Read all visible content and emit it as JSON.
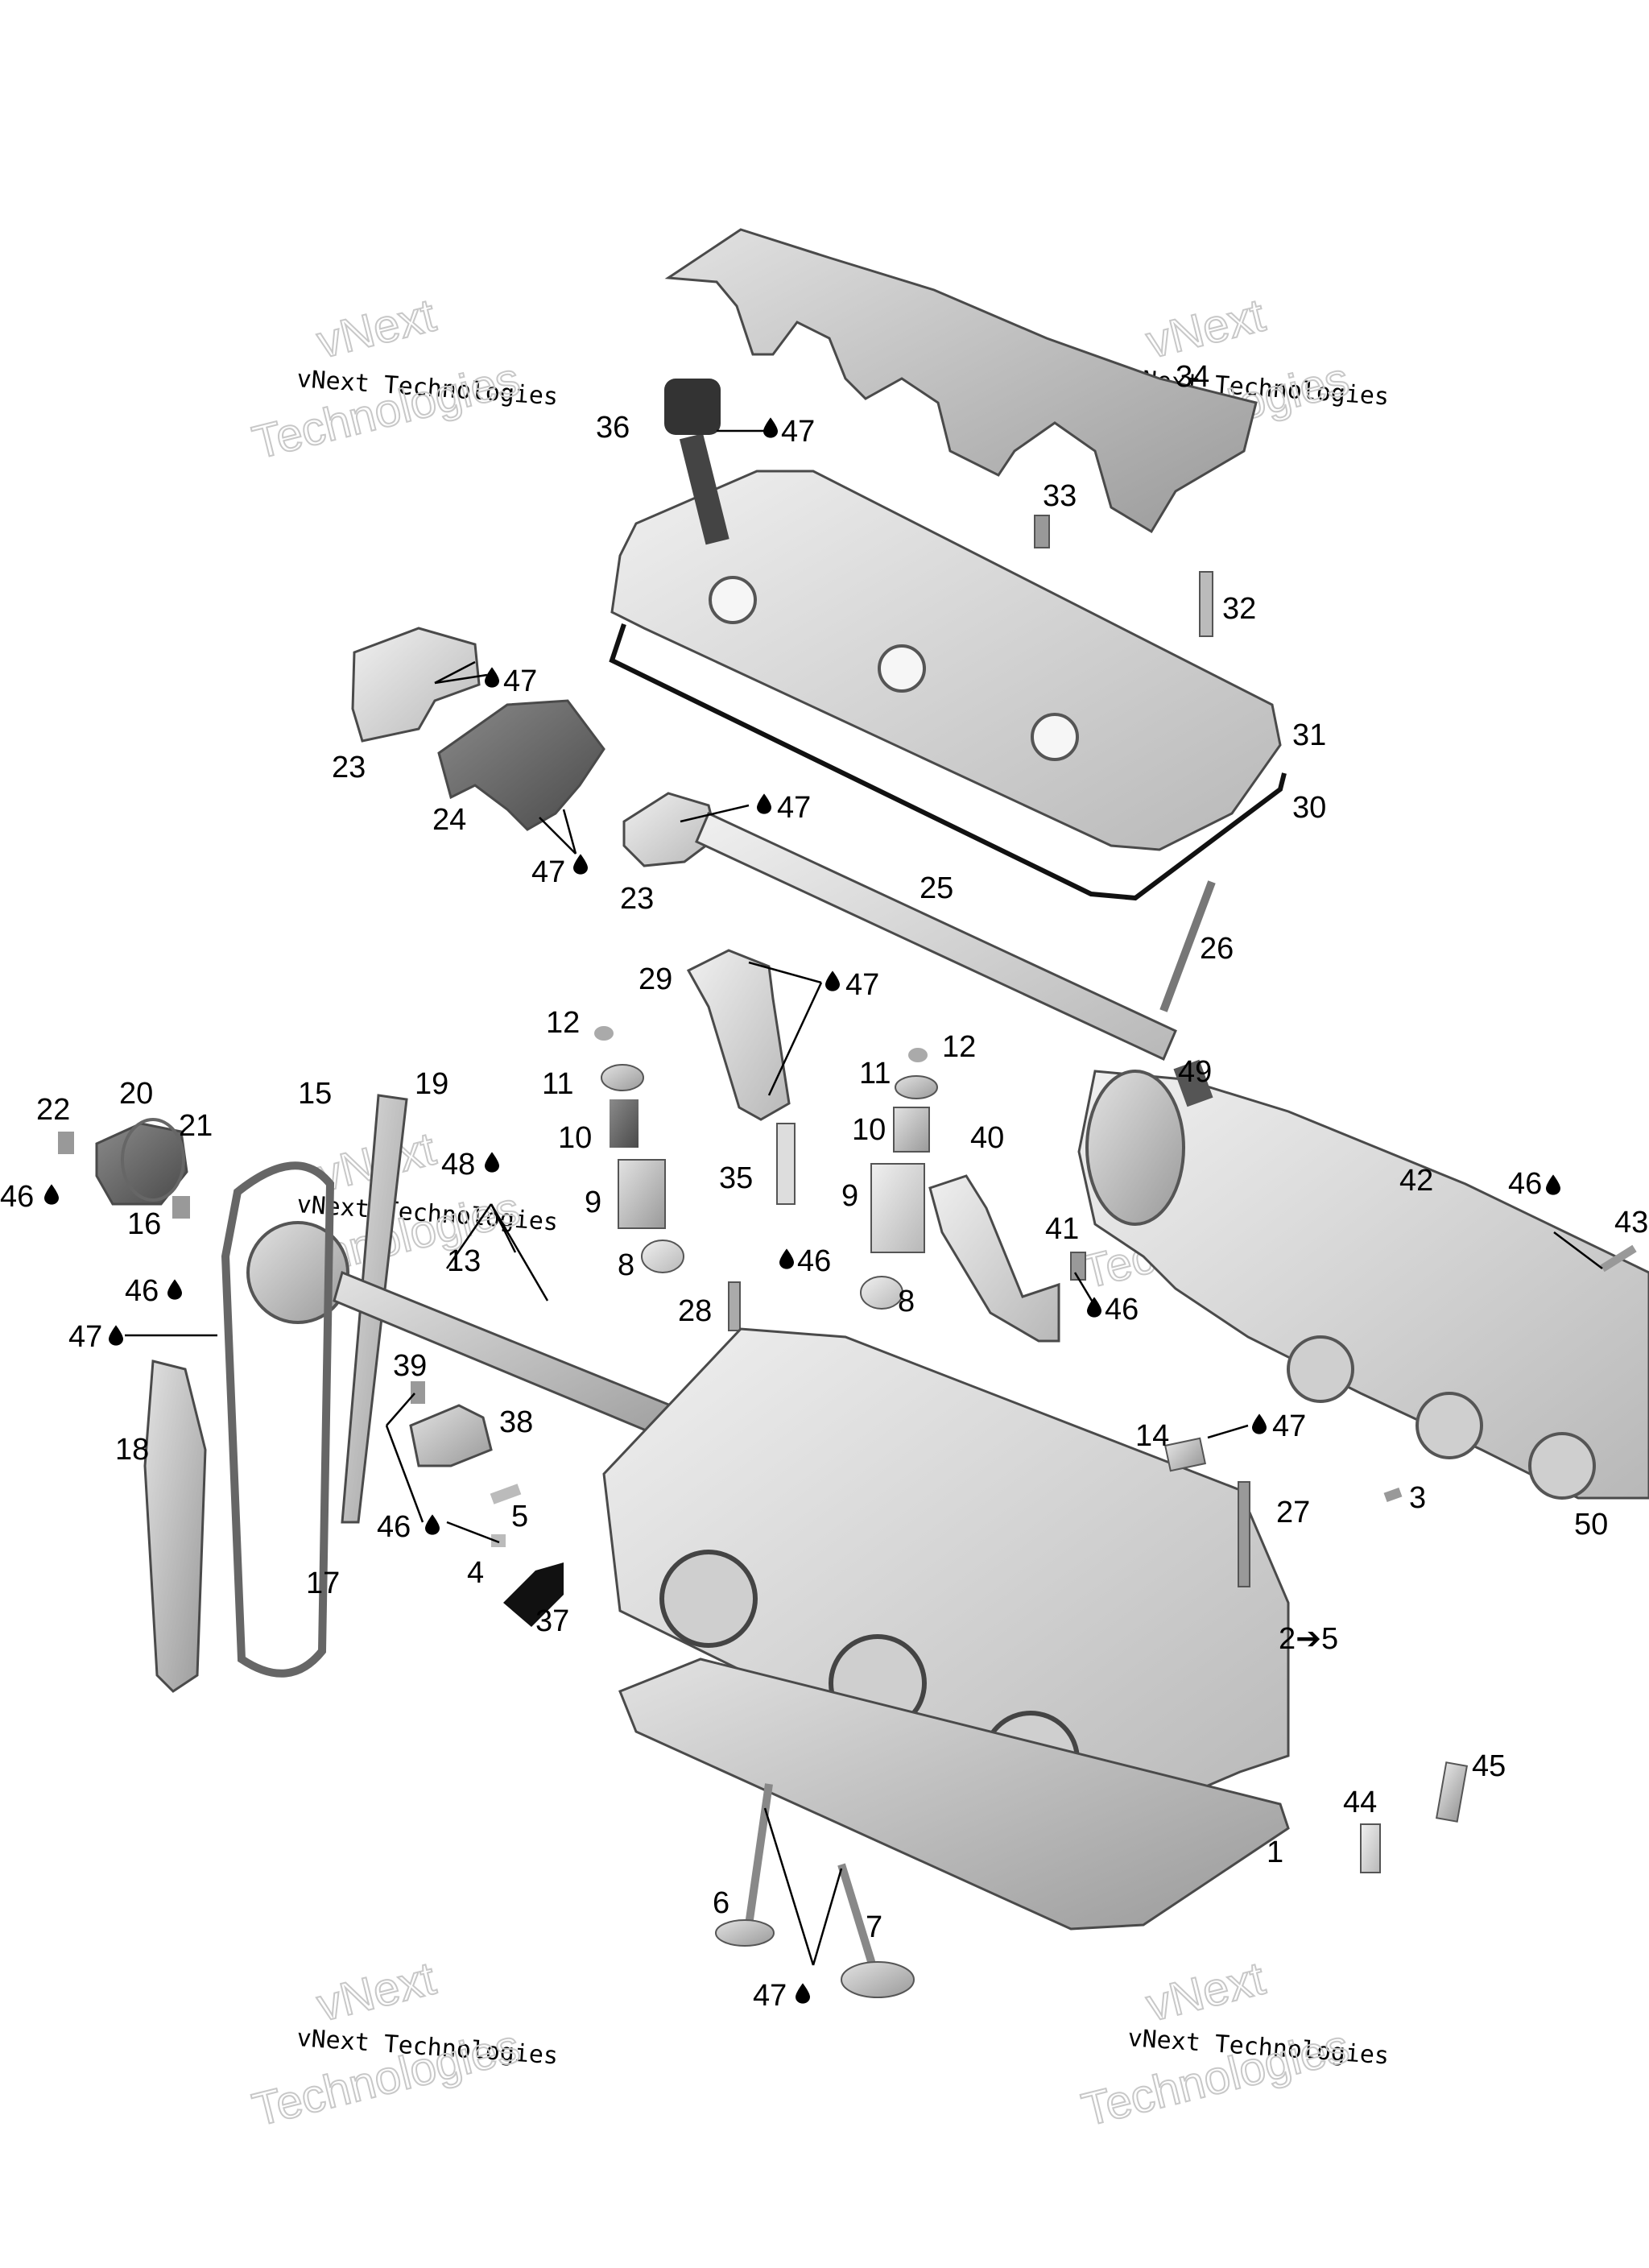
{
  "diagram": {
    "watermark": {
      "line1": "vNext",
      "line2": "vNext Technologies",
      "line3": "Technologies"
    },
    "callouts": [
      {
        "id": "c36",
        "text": "36"
      },
      {
        "id": "c47a",
        "text": "47"
      },
      {
        "id": "c34",
        "text": "34"
      },
      {
        "id": "c33",
        "text": "33"
      },
      {
        "id": "c32",
        "text": "32"
      },
      {
        "id": "c31",
        "text": "31"
      },
      {
        "id": "c30",
        "text": "30"
      },
      {
        "id": "c47b",
        "text": "47"
      },
      {
        "id": "c23a",
        "text": "23"
      },
      {
        "id": "c24",
        "text": "24"
      },
      {
        "id": "c47c",
        "text": "47"
      },
      {
        "id": "c47d",
        "text": "47"
      },
      {
        "id": "c23b",
        "text": "23"
      },
      {
        "id": "c25",
        "text": "25"
      },
      {
        "id": "c26",
        "text": "26"
      },
      {
        "id": "c29",
        "text": "29"
      },
      {
        "id": "c47e",
        "text": "47"
      },
      {
        "id": "c12a",
        "text": "12"
      },
      {
        "id": "c11a",
        "text": "11"
      },
      {
        "id": "c10a",
        "text": "10"
      },
      {
        "id": "c9a",
        "text": "9"
      },
      {
        "id": "c8a",
        "text": "8"
      },
      {
        "id": "c12b",
        "text": "12"
      },
      {
        "id": "c11b",
        "text": "11"
      },
      {
        "id": "c10b",
        "text": "10"
      },
      {
        "id": "c9b",
        "text": "9"
      },
      {
        "id": "c8b",
        "text": "8"
      },
      {
        "id": "c35",
        "text": "35"
      },
      {
        "id": "c40",
        "text": "40"
      },
      {
        "id": "c49",
        "text": "49"
      },
      {
        "id": "c42",
        "text": "42"
      },
      {
        "id": "c46a",
        "text": "46"
      },
      {
        "id": "c43",
        "text": "43"
      },
      {
        "id": "c41",
        "text": "41"
      },
      {
        "id": "c46b",
        "text": "46"
      },
      {
        "id": "c28",
        "text": "28"
      },
      {
        "id": "c46c",
        "text": "46"
      },
      {
        "id": "c22",
        "text": "22"
      },
      {
        "id": "c20",
        "text": "20"
      },
      {
        "id": "c21",
        "text": "21"
      },
      {
        "id": "c15",
        "text": "15"
      },
      {
        "id": "c19",
        "text": "19"
      },
      {
        "id": "c48",
        "text": "48"
      },
      {
        "id": "c13",
        "text": "13"
      },
      {
        "id": "c46d",
        "text": "46"
      },
      {
        "id": "c16",
        "text": "16"
      },
      {
        "id": "c46e",
        "text": "46"
      },
      {
        "id": "c47f",
        "text": "47"
      },
      {
        "id": "c18",
        "text": "18"
      },
      {
        "id": "c17",
        "text": "17"
      },
      {
        "id": "c39",
        "text": "39"
      },
      {
        "id": "c38",
        "text": "38"
      },
      {
        "id": "c46f",
        "text": "46"
      },
      {
        "id": "c5",
        "text": "5"
      },
      {
        "id": "c4",
        "text": "4"
      },
      {
        "id": "c37",
        "text": "37"
      },
      {
        "id": "c14",
        "text": "14"
      },
      {
        "id": "c47g",
        "text": "47"
      },
      {
        "id": "c27",
        "text": "27"
      },
      {
        "id": "c3",
        "text": "3"
      },
      {
        "id": "c50",
        "text": "50"
      },
      {
        "id": "c2to5",
        "text": "2➔5"
      },
      {
        "id": "c44",
        "text": "44"
      },
      {
        "id": "c45",
        "text": "45"
      },
      {
        "id": "c1",
        "text": "1"
      },
      {
        "id": "c6",
        "text": "6"
      },
      {
        "id": "c7",
        "text": "7"
      },
      {
        "id": "c47h",
        "text": "47"
      }
    ]
  }
}
